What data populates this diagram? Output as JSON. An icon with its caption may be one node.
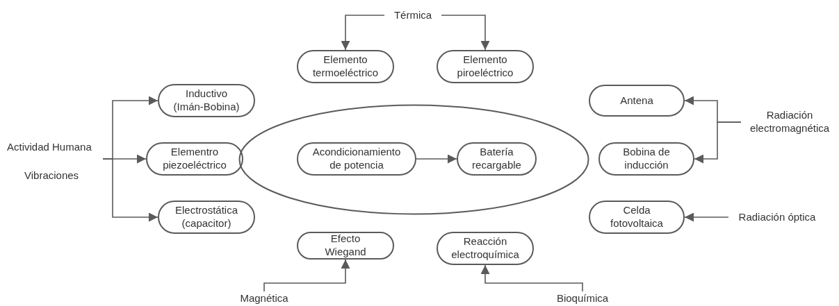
{
  "diagram": {
    "nodes": [
      {
        "text": [
          "Térmica"
        ]
      },
      {
        "text": [
          "Elemento termoeléctrico"
        ]
      },
      {
        "text": [
          "Elemento piroeléctrico"
        ]
      },
      {
        "text": [
          "Inductivo (Imán-Bobina)"
        ]
      },
      {
        "text": [
          "Elementro piezoeléctrico"
        ]
      },
      {
        "text": [
          "Electrostática (capacitor)"
        ]
      },
      {
        "text": [],
        "shape": "ellipse"
      },
      {
        "text": [
          "Acondicionamiento de potencia"
        ],
        "in": 6
      },
      {
        "text": [
          "Batería recargable"
        ],
        "in": 6
      },
      {
        "text": [
          "Antena"
        ]
      },
      {
        "text": [
          "Bobina de inducción"
        ]
      },
      {
        "text": [
          "Radiación electromagnética"
        ]
      },
      {
        "text": [
          "Celda fotovoltaica"
        ]
      },
      {
        "text": [
          "Radiación óptica"
        ]
      },
      {
        "text": [
          "Efecto Wiegand"
        ]
      },
      {
        "text": [
          "Reacción electroquímica"
        ]
      },
      {
        "text": [
          "Magnética"
        ]
      },
      {
        "text": [
          "Bioquímica"
        ]
      }
    ],
    "edges": [
      {
        "from": 0,
        "to": 1,
        "arrow": "to"
      },
      {
        "from": 0,
        "to": 2,
        "arrow": "to"
      },
      {
        "from": null,
        "to": 3,
        "arrow": "to"
      },
      {
        "from": null,
        "to": 4,
        "arrow": "to"
      },
      {
        "from": null,
        "to": 5,
        "arrow": "to"
      },
      {
        "from": 7,
        "to": 8,
        "arrow": "to"
      },
      {
        "from": 11,
        "to": 9,
        "arrow": "to"
      },
      {
        "from": 11,
        "to": 10,
        "arrow": "to"
      },
      {
        "from": 13,
        "to": 12,
        "arrow": "to"
      },
      {
        "from": 16,
        "to": 14,
        "arrow": "to"
      },
      {
        "from": 17,
        "to": 15,
        "arrow": "to"
      }
    ],
    "labels": [
      "Actividad Humana",
      "Vibraciones"
    ]
  }
}
